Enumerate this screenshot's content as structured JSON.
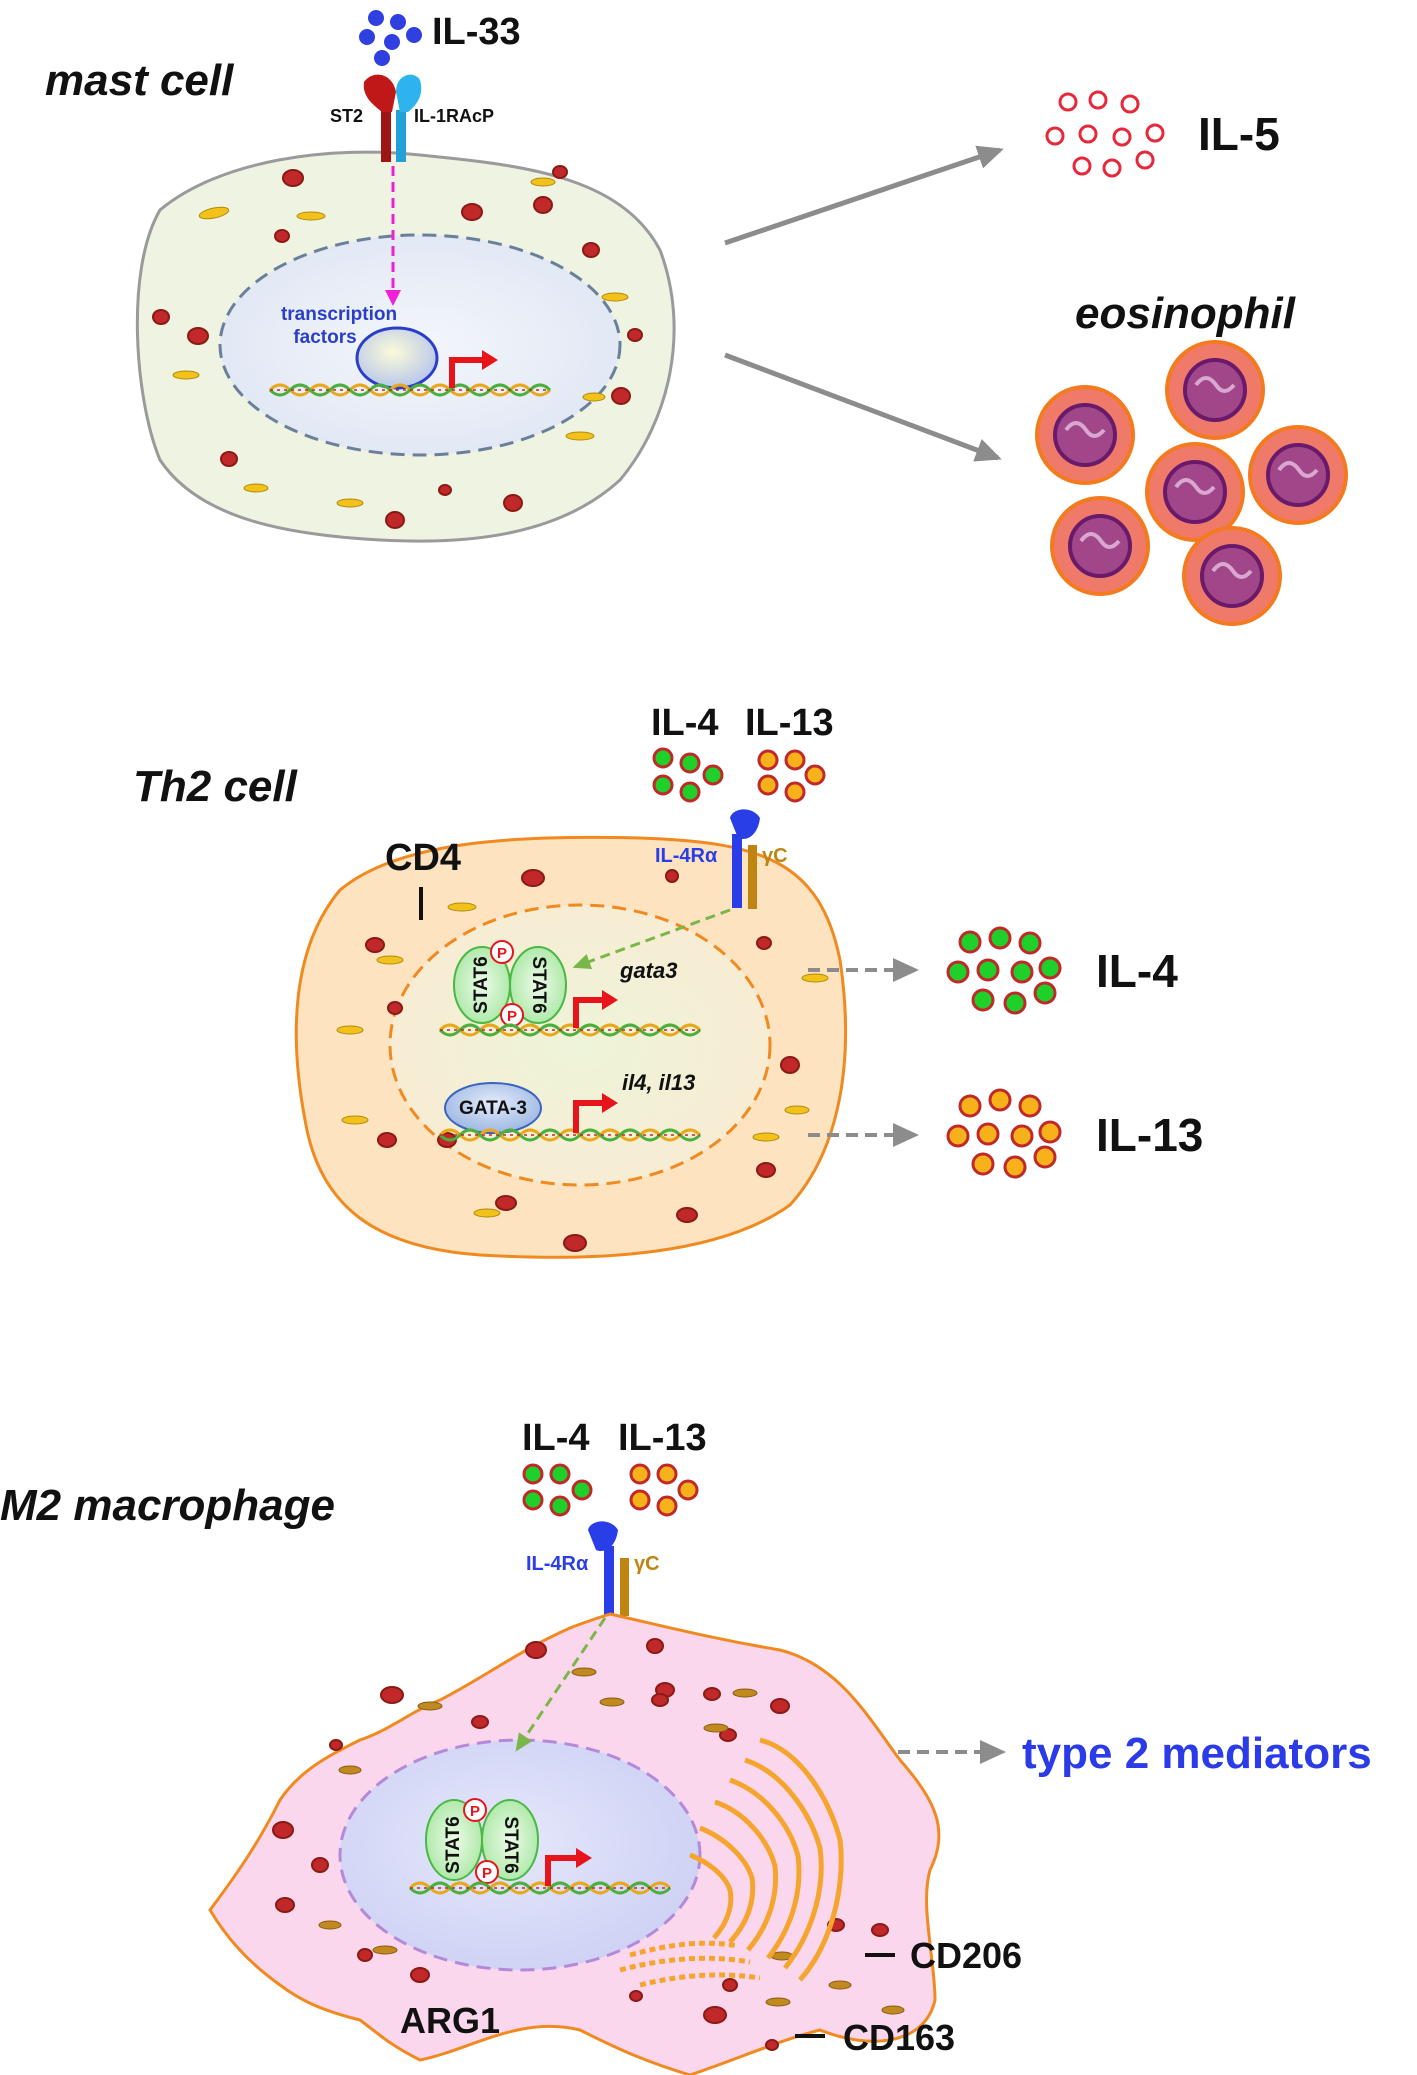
{
  "panel_mast": {
    "title": "mast cell",
    "cytokine_in": "IL-33",
    "receptor_left": "ST2",
    "receptor_right": "IL-1RAcP",
    "nucleus_label_line1": "transcription",
    "nucleus_label_line2": "factors",
    "output_cytokine": "IL-5",
    "output_cell": "eosinophil"
  },
  "panel_th2": {
    "title": "Th2 cell",
    "cytokine_in_1": "IL-4",
    "cytokine_in_2": "IL-13",
    "receptor_alpha": "IL-4Rα",
    "receptor_gamma": "γC",
    "marker": "CD4",
    "stat_left": "STAT6",
    "stat_right": "STAT6",
    "phospho": "P",
    "gene_1": "gata3",
    "factor": "GATA-3",
    "gene_2": "il4, il13",
    "output_1": "IL-4",
    "output_2": "IL-13"
  },
  "panel_m2": {
    "title": "M2 macrophage",
    "cytokine_in_1": "IL-4",
    "cytokine_in_2": "IL-13",
    "receptor_alpha": "IL-4Rα",
    "receptor_gamma": "γC",
    "stat_left": "STAT6",
    "stat_right": "STAT6",
    "phospho": "P",
    "output": "type 2 mediators",
    "marker_1": "CD206",
    "marker_2": "CD163",
    "marker_3": "ARG1"
  },
  "colors": {
    "mast_cell_fill": "#eef3e2",
    "th2_cell_fill": "#fde3bf",
    "m2_cell_fill": "#fbd7ee",
    "nucleus_fill": "#e4ebf6",
    "arrow_gray": "#8c8c8c",
    "promoter_red": "#e8141c",
    "il33_blue": "#2f3fe0",
    "il4_green": "#1fcf2a",
    "il13_orange": "#f7b21b",
    "mediator_blue": "#2b3be8"
  }
}
